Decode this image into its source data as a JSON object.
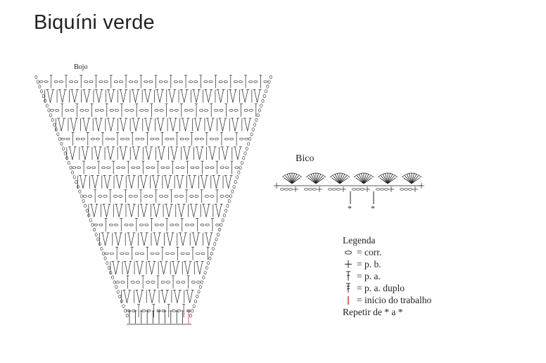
{
  "title": "Biquíni verde",
  "diagrams": {
    "bojo": {
      "label": "Bojo"
    },
    "bico": {
      "label": "Bico"
    }
  },
  "legend": {
    "heading": "Legenda",
    "items": [
      {
        "symbol": "chain-icon",
        "label": "= corr."
      },
      {
        "symbol": "single-crochet-icon",
        "label": "= p. b."
      },
      {
        "symbol": "double-crochet-icon",
        "label": "= p. a."
      },
      {
        "symbol": "treble-crochet-icon",
        "label": "= p. a. duplo"
      },
      {
        "symbol": "start-marker-icon",
        "label": "= início do trabalho"
      }
    ],
    "repeat_note": "Repetir de * a *"
  },
  "repeat_markers": [
    "*",
    "*"
  ],
  "colors": {
    "ink": "#222222",
    "start_marker": "#d62828"
  }
}
